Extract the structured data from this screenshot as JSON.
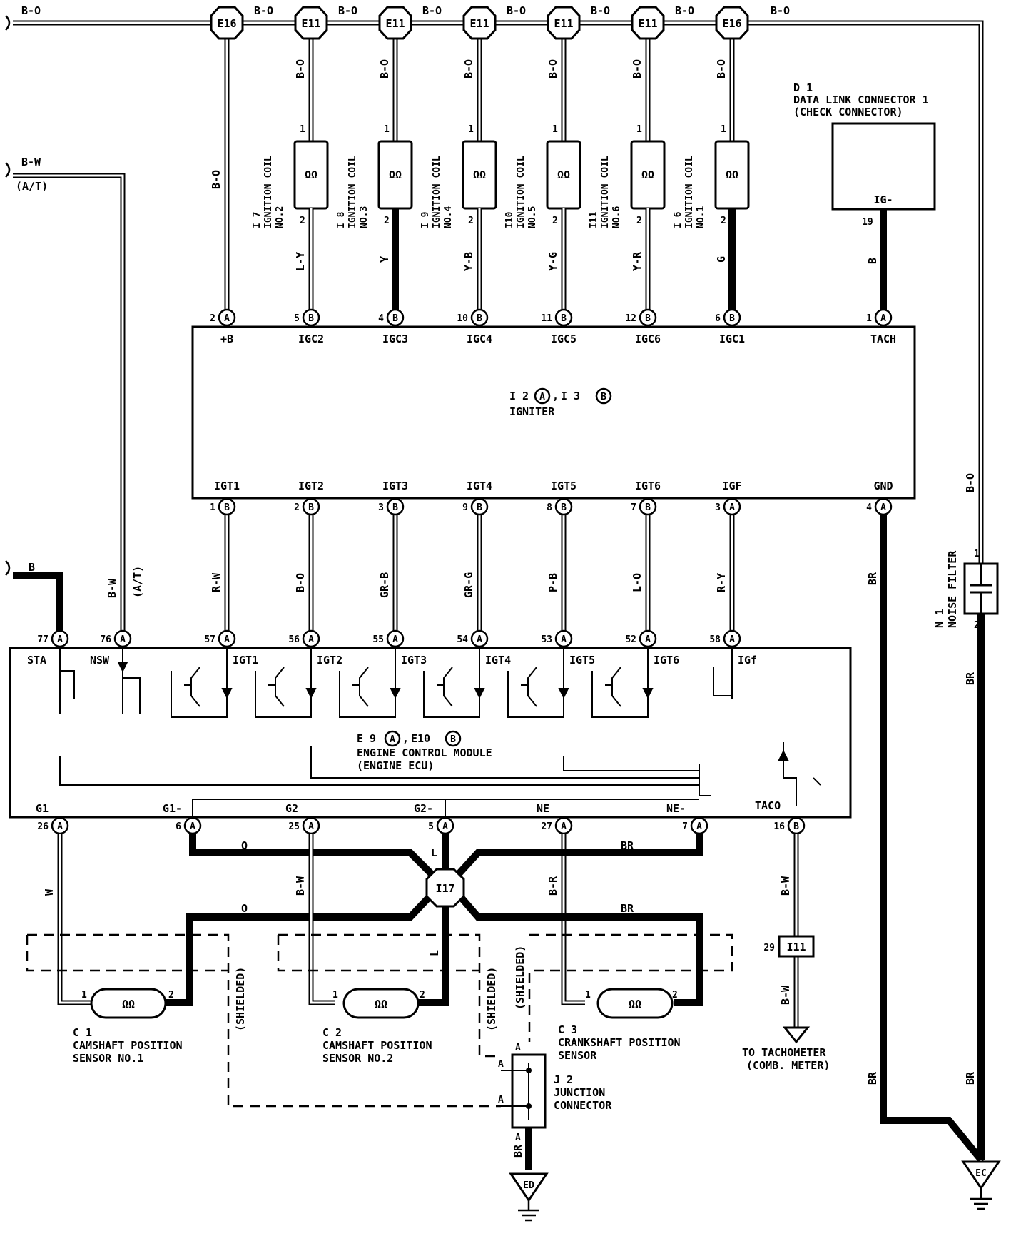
{
  "top_bus": {
    "wire_label": "B-O",
    "connectors": [
      "E16",
      "E11",
      "E11",
      "E11",
      "E11",
      "E11",
      "E16"
    ]
  },
  "coils": [
    {
      "ref": "I 7",
      "name": "IGNITION COIL",
      "no": "NO.2",
      "top_color": "B-O",
      "bot_color": "L-Y",
      "pin1": "1",
      "pin2": "2",
      "igniter_pin": "5",
      "igniter_conn": "B",
      "terminal": "IGC2"
    },
    {
      "ref": "I 8",
      "name": "IGNITION COIL",
      "no": "NO.3",
      "top_color": "B-O",
      "bot_color": "Y",
      "pin1": "1",
      "pin2": "2",
      "igniter_pin": "4",
      "igniter_conn": "B",
      "terminal": "IGC3"
    },
    {
      "ref": "I 9",
      "name": "IGNITION COIL",
      "no": "NO.4",
      "top_color": "B-O",
      "bot_color": "Y-B",
      "pin1": "1",
      "pin2": "2",
      "igniter_pin": "10",
      "igniter_conn": "B",
      "terminal": "IGC4"
    },
    {
      "ref": "I10",
      "name": "IGNITION COIL",
      "no": "NO.5",
      "top_color": "B-O",
      "bot_color": "Y-G",
      "pin1": "1",
      "pin2": "2",
      "igniter_pin": "11",
      "igniter_conn": "B",
      "terminal": "IGC5"
    },
    {
      "ref": "I11",
      "name": "IGNITION COIL",
      "no": "NO.6",
      "top_color": "B-O",
      "bot_color": "Y-R",
      "pin1": "1",
      "pin2": "2",
      "igniter_pin": "12",
      "igniter_conn": "B",
      "terminal": "IGC6"
    },
    {
      "ref": "I 6",
      "name": "IGNITION COIL",
      "no": "NO.1",
      "top_color": "B-O",
      "bot_color": "G",
      "pin1": "1",
      "pin2": "2",
      "igniter_pin": "6",
      "igniter_conn": "B",
      "terminal": "IGC1"
    }
  ],
  "plus_b": {
    "color": "B-O",
    "pin": "2",
    "conn": "A",
    "terminal": "+B"
  },
  "dlc": {
    "ref": "D 1",
    "name": "DATA LINK CONNECTOR 1",
    "sub": "(CHECK CONNECTOR)",
    "terminal": "IG-",
    "pin": "19",
    "color": "B",
    "igniter_pin": "1",
    "igniter_conn": "A",
    "igniter_terminal": "TACH"
  },
  "igniter": {
    "title": "I 2",
    "conn_a": "A",
    "sep": ",",
    "title2": "I 3",
    "conn_b": "B",
    "name": "IGNITER",
    "gnd_terminal": "GND",
    "gnd_pin": "4",
    "gnd_conn": "A"
  },
  "igt": [
    {
      "terminal": "IGT1",
      "pin": "1",
      "conn": "B",
      "color": "R-W",
      "ecu_pin": "57"
    },
    {
      "terminal": "IGT2",
      "pin": "2",
      "conn": "B",
      "color": "B-O",
      "ecu_pin": "56"
    },
    {
      "terminal": "IGT3",
      "pin": "3",
      "conn": "B",
      "color": "GR-B",
      "ecu_pin": "55"
    },
    {
      "terminal": "IGT4",
      "pin": "9",
      "conn": "B",
      "color": "GR-G",
      "ecu_pin": "54"
    },
    {
      "terminal": "IGT5",
      "pin": "8",
      "conn": "B",
      "color": "P-B",
      "ecu_pin": "53"
    },
    {
      "terminal": "IGT6",
      "pin": "7",
      "conn": "B",
      "color": "L-O",
      "ecu_pin": "52"
    },
    {
      "terminal": "IGF",
      "pin": "3",
      "conn": "A",
      "color": "R-Y",
      "ecu_pin": "58"
    }
  ],
  "left_inputs": {
    "b_wire": "B",
    "b_pin": "77",
    "bw_wire": "B-W",
    "at": "(A/T)",
    "bw_pin": "76"
  },
  "ecu": {
    "title": "E 9",
    "conn_a": "A",
    "sep": ",",
    "title2": "E10",
    "conn_b": "B",
    "name": "ENGINE CONTROL MODULE",
    "sub": "(ENGINE ECU)",
    "top_terms": [
      "STA",
      "NSW",
      "IGT1",
      "IGT2",
      "IGT3",
      "IGT4",
      "IGT5",
      "IGT6",
      "IGf"
    ],
    "bottom_terms": [
      "G1",
      "G1-",
      "G2",
      "G2-",
      "NE",
      "NE-",
      "TACO"
    ],
    "bottom_pins": [
      "26",
      "6",
      "25",
      "5",
      "27",
      "7",
      "16"
    ]
  },
  "sensors": [
    {
      "ref": "C 1",
      "name": "CAMSHAFT POSITION",
      "name2": "SENSOR NO.1",
      "pin1": "1",
      "pin2": "2"
    },
    {
      "ref": "C 2",
      "name": "CAMSHAFT POSITION",
      "name2": "SENSOR NO.2",
      "pin1": "1",
      "pin2": "2"
    },
    {
      "ref": "C 3",
      "name": "CRANKSHAFT POSITION",
      "name2": "SENSOR",
      "pin1": "1",
      "pin2": "2"
    }
  ],
  "sensor_wires": {
    "w": "W",
    "o": "O",
    "bw": "B-W",
    "l": "L",
    "br": "BR",
    "br2": "B-R",
    "junction": "I17",
    "shielded": "(SHIELDED)"
  },
  "junction": {
    "ref": "J 2",
    "name": "JUNCTION",
    "name2": "CONNECTOR",
    "pin": "A",
    "wire": "BR",
    "ground": "ED"
  },
  "tach": {
    "pin": "29",
    "conn": "I11",
    "wire": "B-W",
    "label": "TO TACHOMETER",
    "label2": "(COMB. METER)"
  },
  "noise_filter": {
    "ref": "N 1",
    "name": "NOISE FILTER",
    "pin1": "1",
    "pin2": "2",
    "top_wire": "B-O",
    "wire": "BR",
    "ground": "EC"
  }
}
